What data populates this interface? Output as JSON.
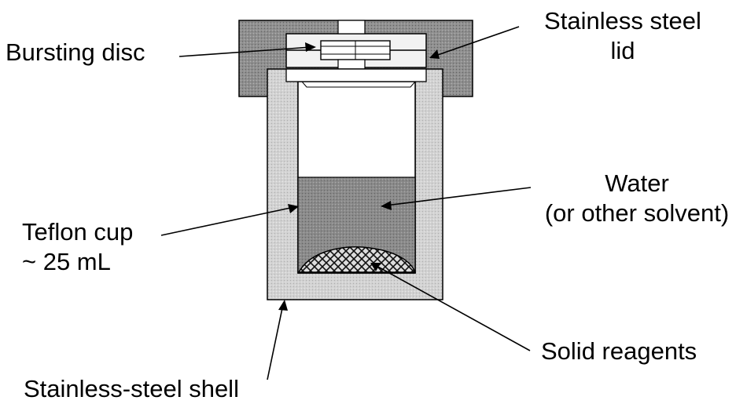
{
  "labels": {
    "bursting_disc": "Bursting disc",
    "lid": [
      "Stainless steel",
      "lid"
    ],
    "water": [
      "Water",
      "(or other solvent)"
    ],
    "teflon": [
      "Teflon cup",
      "~ 25 mL"
    ],
    "solid": "Solid reagents",
    "shell": "Stainless-steel shell"
  },
  "colors": {
    "lid": "#8f8f8f",
    "shell": "#cfcfcf",
    "water": "#8a8a8a",
    "cup": "#ffffff",
    "solid": "#5a5a5a",
    "line": "#000000"
  }
}
